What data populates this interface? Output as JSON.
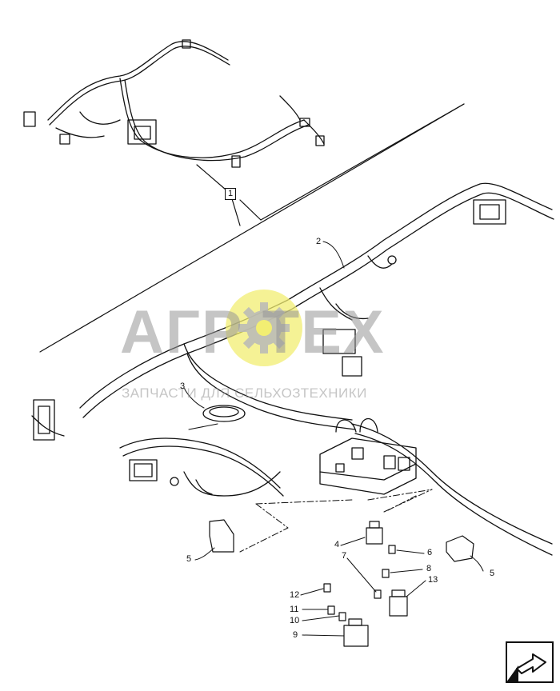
{
  "callouts": {
    "c1": "1",
    "c2": "2",
    "c3": "3",
    "c4": "4",
    "c5a": "5",
    "c5b": "5",
    "c6": "6",
    "c7": "7",
    "c8": "8",
    "c9": "9",
    "c10": "10",
    "c11": "11",
    "c12": "12",
    "c13": "13"
  },
  "watermark": {
    "logo": "АГР  ТЕХ",
    "subtitle": "ЗАПЧАСТИ ДЛЯ СЕЛЬХОЗТЕХНИКИ",
    "gear_color": "#f2ee72",
    "text_color": "#969696"
  },
  "icons": {
    "nav": "arrow-right-icon"
  }
}
